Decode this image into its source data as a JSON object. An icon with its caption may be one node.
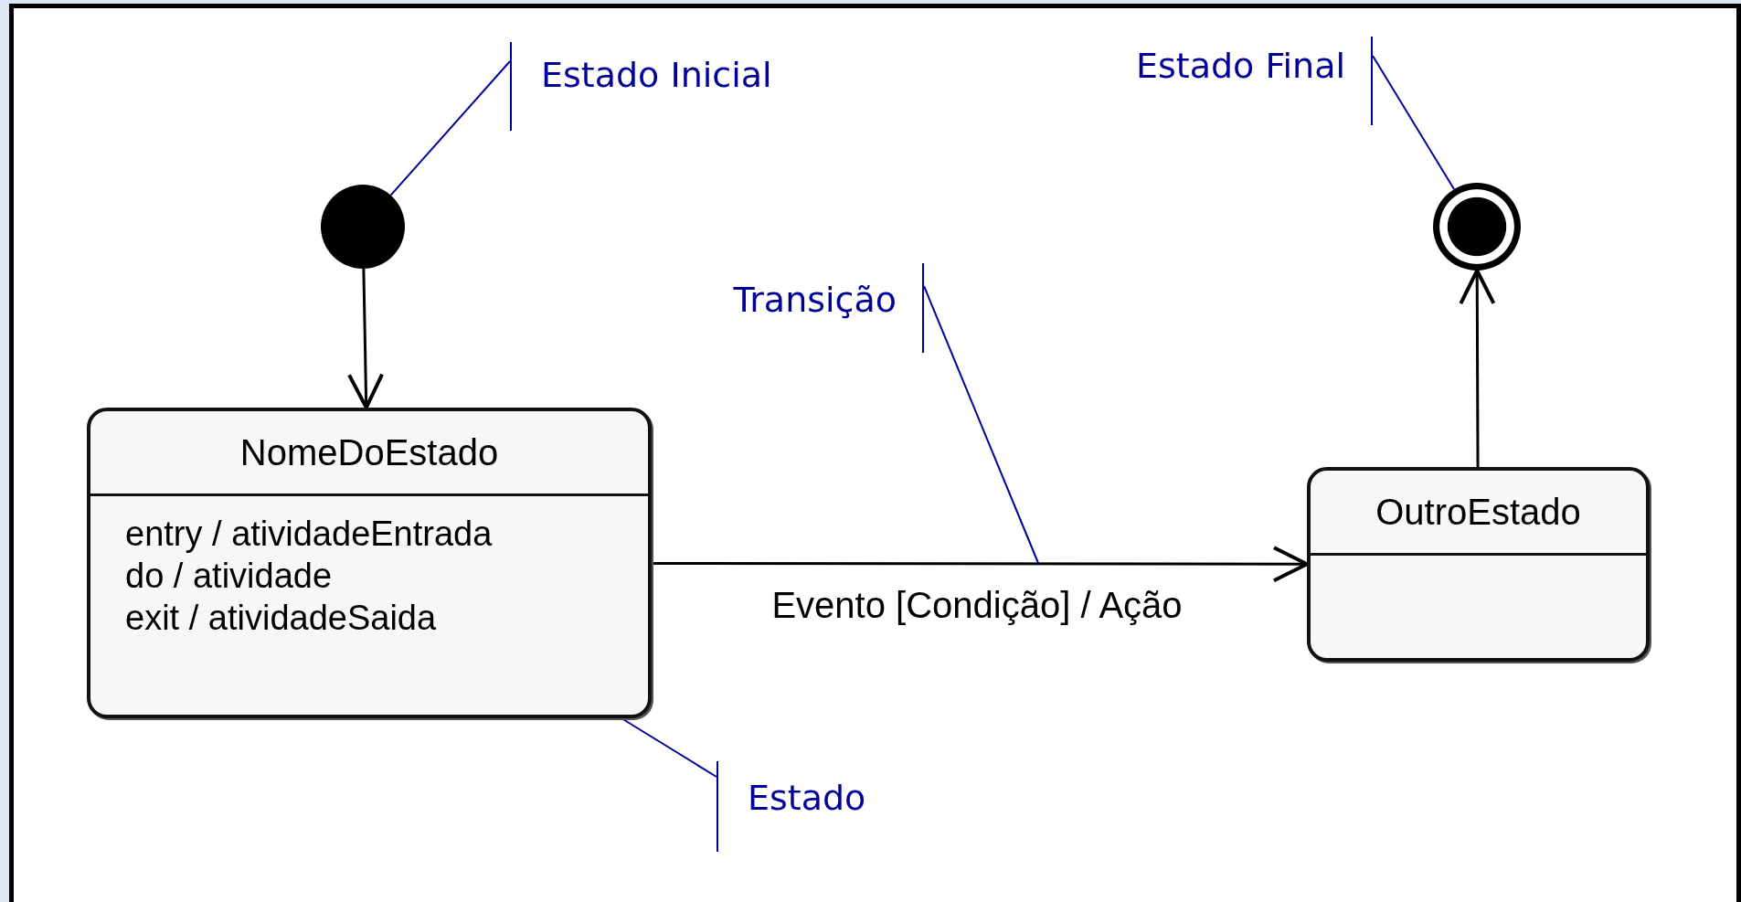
{
  "diagram": {
    "nodes": [
      {
        "text": [],
        "shape": "circle"
      },
      {
        "text": [
          "NomeDoEstado",
          "entry / atividadeEntrada",
          "do / atividade",
          "exit / atividadeSaida"
        ]
      },
      {
        "text": [
          "OutroEstado"
        ]
      },
      {
        "text": [],
        "shape": "circle"
      },
      {
        "text": [
          "Estado Inicial"
        ]
      },
      {
        "text": [
          "Estado Final"
        ]
      },
      {
        "text": [
          "Transição"
        ]
      },
      {
        "text": [
          "Estado"
        ]
      }
    ],
    "edges": [
      {
        "from": 0,
        "to": 1,
        "arrow": "to",
        "color": "#000000"
      },
      {
        "from": 1,
        "to": 2,
        "arrow": "to",
        "label": "Evento [Condição] / Ação",
        "color": "#000000"
      },
      {
        "from": 2,
        "to": 3,
        "arrow": "to",
        "color": "#000000"
      },
      {
        "from": 4,
        "to": 0,
        "arrow": "none",
        "color": "#000099"
      },
      {
        "from": 5,
        "to": 3,
        "arrow": "none",
        "color": "#000099"
      },
      {
        "from": 6,
        "to": null,
        "arrow": "none",
        "color": "#000099"
      },
      {
        "from": 7,
        "to": 1,
        "arrow": "none",
        "color": "#000099"
      }
    ]
  }
}
